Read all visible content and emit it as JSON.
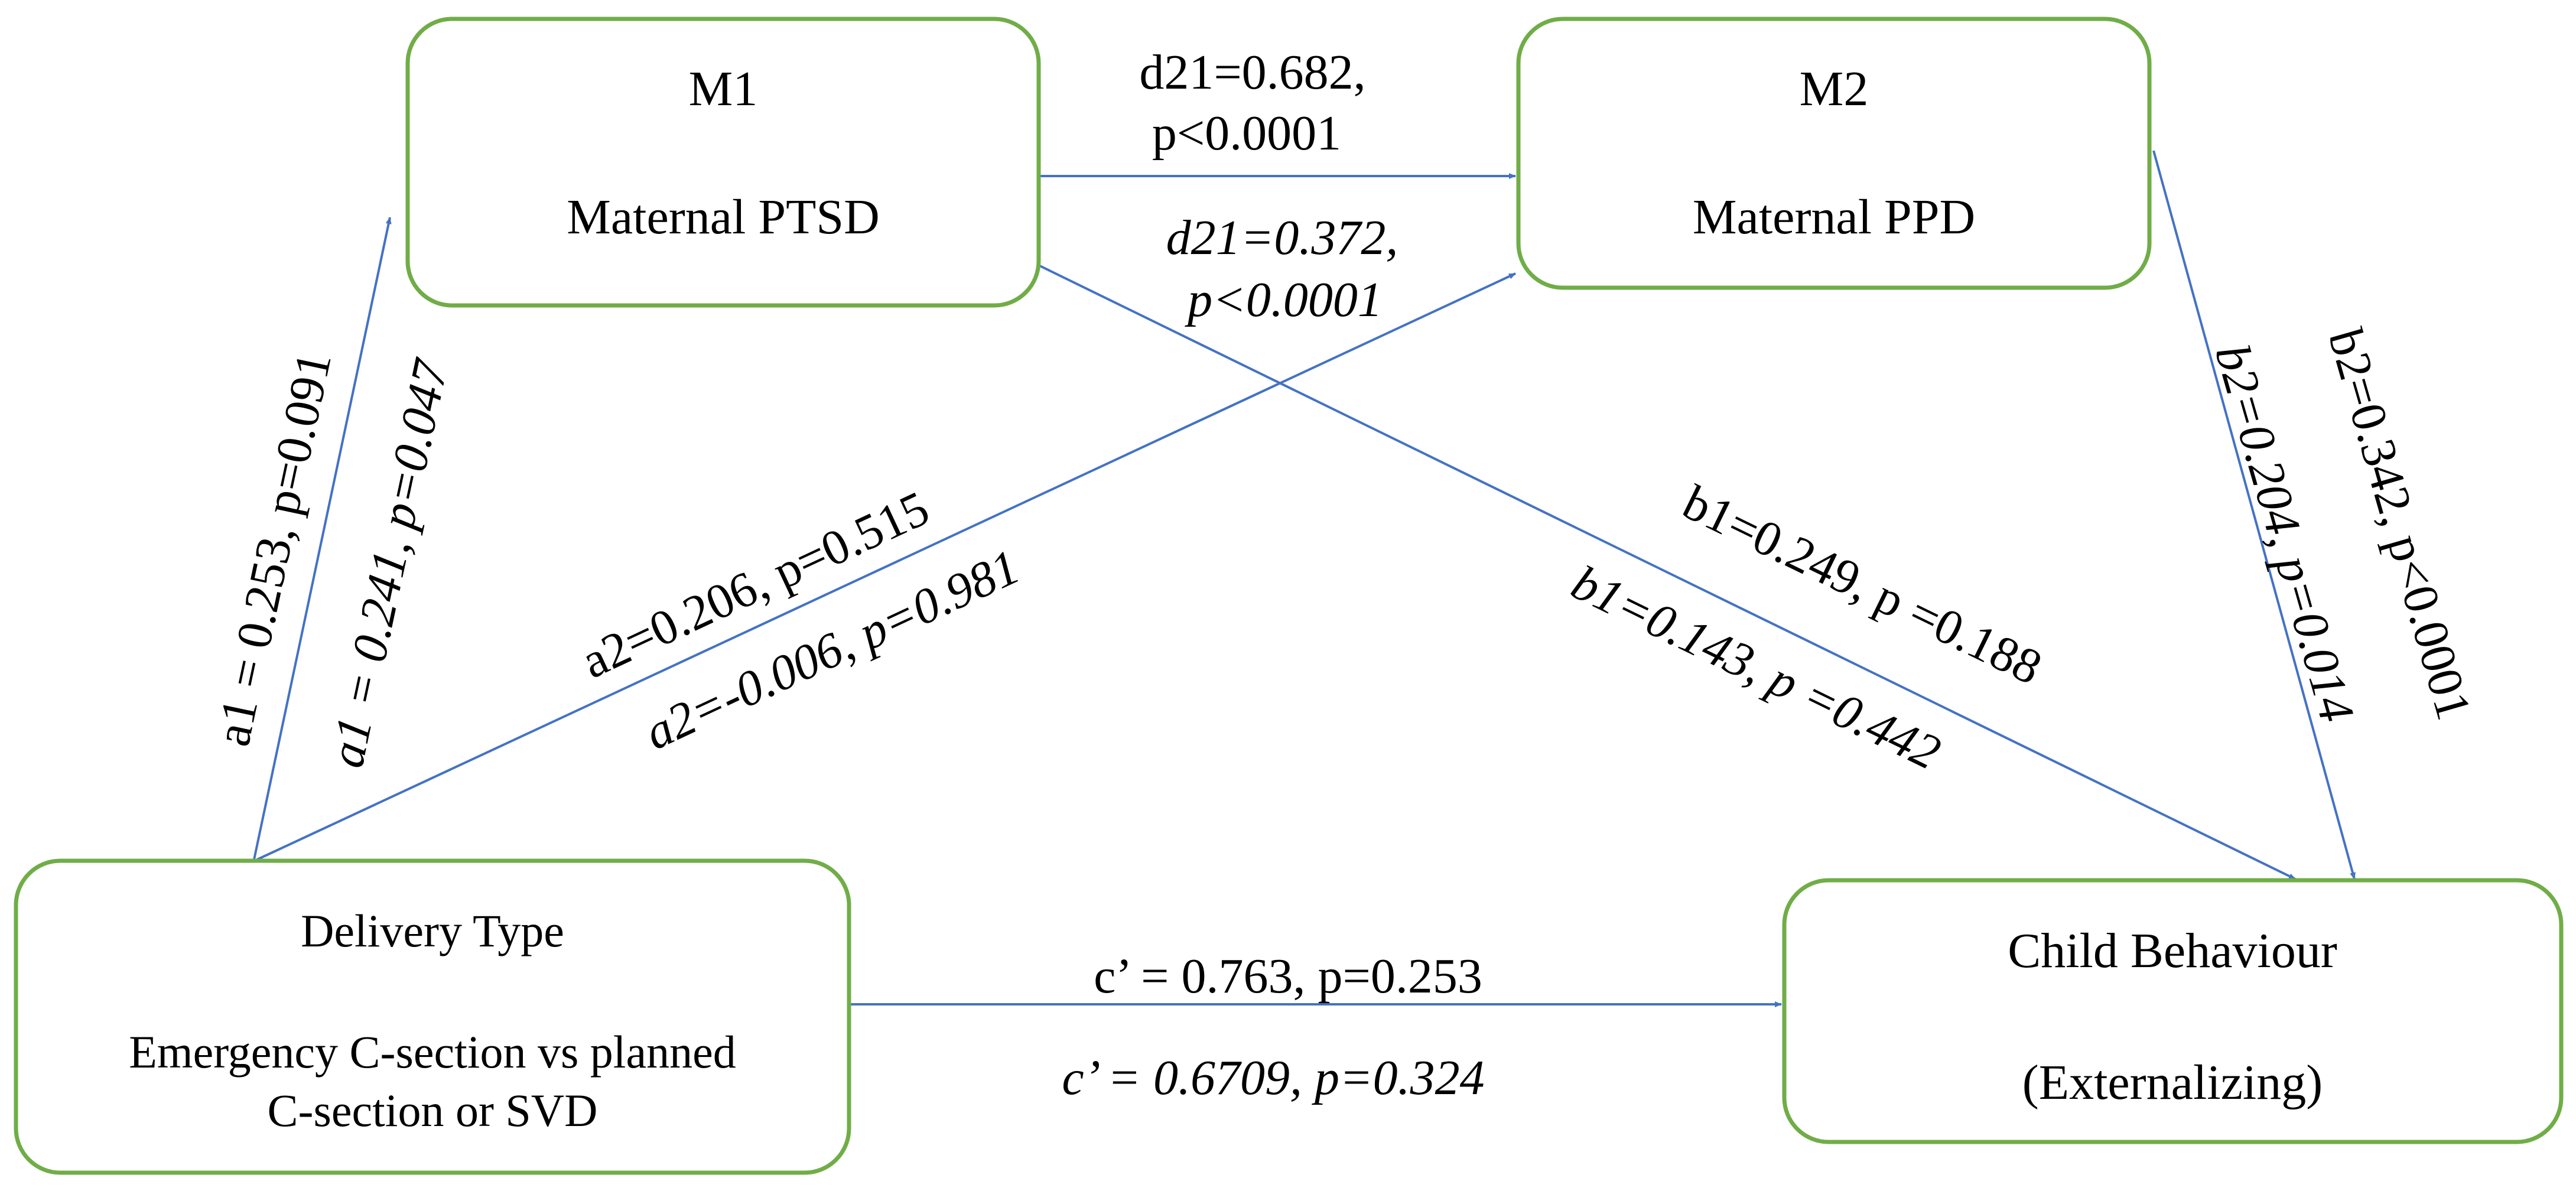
{
  "nodes": {
    "m1": {
      "title": "M1",
      "subtitle": "Maternal PTSD"
    },
    "m2": {
      "title": "M2",
      "subtitle": "Maternal PPD"
    },
    "x": {
      "title": "Delivery Type",
      "line1": "Emergency C-section vs planned",
      "line2": "C-section or SVD"
    },
    "y": {
      "title": "Child Behaviour",
      "subtitle": "(Externalizing)"
    }
  },
  "paths": {
    "a1": {
      "regular": "a1 = 0.253, p=0.091",
      "italic": "a1 = 0.241, p=0.047"
    },
    "a2": {
      "regular": "a2=0.206, p=0.515",
      "italic": "a2=-0.006, p=0.981"
    },
    "d21": {
      "regular_line1": "d21=0.682,",
      "regular_line2": "p<0.0001",
      "italic_line1": "d21=0.372,",
      "italic_line2": "p<0.0001"
    },
    "b1": {
      "regular": "b1=0.249, p =0.188",
      "italic": "b1=0.143, p =0.442"
    },
    "b2": {
      "regular": "b2=0.342, p<0.0001",
      "italic": "b2=0.204, p=0.014"
    },
    "c": {
      "regular": "c’ = 0.763, p=0.253",
      "italic": "c’ = 0.6709, p=0.324"
    }
  },
  "colors": {
    "box_border": "#70ad47",
    "arrow": "#4472c4",
    "text": "#000000"
  }
}
